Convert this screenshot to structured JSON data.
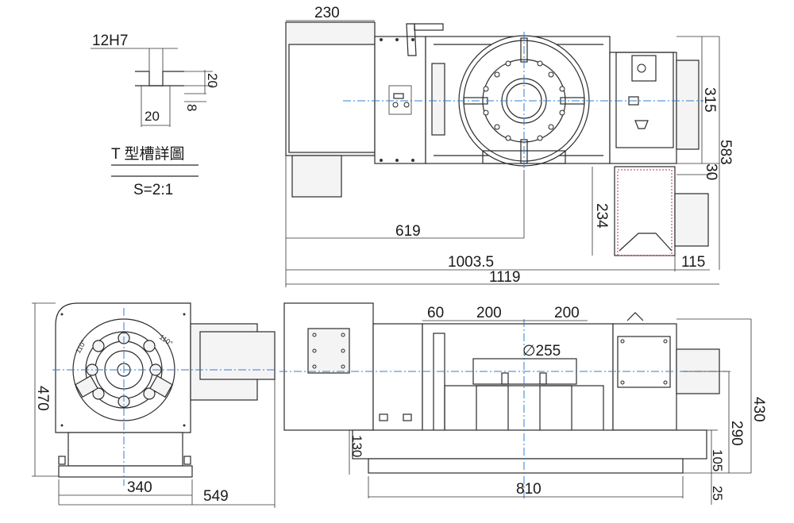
{
  "detail": {
    "fit": "12H7",
    "dim_20_vertical": "20",
    "dim_8": "8",
    "dim_20_width": "20",
    "title": "T 型槽詳圖",
    "scale": "S=2:1"
  },
  "top_view": {
    "dim_230": "230",
    "dim_315": "315",
    "dim_583": "583",
    "dim_30": "30",
    "dim_234": "234",
    "dim_619": "619",
    "dim_1003_5": "1003.5",
    "dim_115": "115",
    "dim_1119": "1119"
  },
  "side_view": {
    "dim_470": "470",
    "dim_340": "340",
    "dim_549": "549",
    "angle_left": "110°",
    "angle_right": "110°"
  },
  "front_view": {
    "dim_60": "60",
    "dim_200_a": "200",
    "dim_200_b": "200",
    "dim_diameter": "∅255",
    "dim_130": "130",
    "dim_810": "810",
    "dim_430": "430",
    "dim_290": "290",
    "dim_105": "105",
    "dim_25": "25"
  },
  "colors": {
    "line": "#2b2b2b",
    "centerline": "#2f7fd0",
    "hidden_red": "#c03050"
  }
}
